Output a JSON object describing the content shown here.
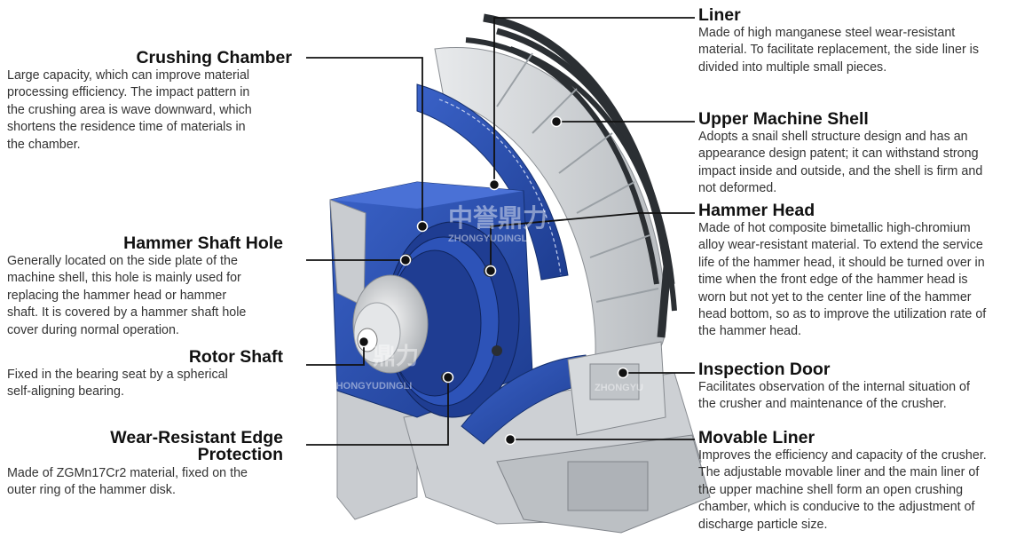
{
  "watermark": {
    "text_top": "中誉鼎力",
    "sub_top": "ZHONGYUDINGLI",
    "text_bottom": "鼎力",
    "sub_bottom": "ZHONGYUDINGLI",
    "sub_door": "ZHONGYU"
  },
  "colors": {
    "blue": "#2a4fb0",
    "steel": "#d0d3d6",
    "dark": "#2b2f33",
    "line": "#111111"
  },
  "labels": {
    "crushing_chamber": {
      "title": "Crushing Chamber",
      "lines": [
        "Large capacity, which can improve material",
        "processing efficiency. The impact pattern in",
        "the crushing area is wave downward, which",
        "shortens the residence time of materials in",
        "the chamber."
      ]
    },
    "hammer_shaft_hole": {
      "title": "Hammer Shaft Hole",
      "lines": [
        "Generally located on the side plate of the",
        "machine shell, this hole is mainly used for",
        "replacing the hammer head or hammer",
        "shaft. It is covered by a hammer shaft hole",
        "cover during normal operation."
      ]
    },
    "rotor_shaft": {
      "title": "Rotor Shaft",
      "lines": [
        "Fixed in the bearing seat by a spherical",
        "self-aligning bearing."
      ]
    },
    "wear_resistant": {
      "title1": "Wear-Resistant Edge",
      "title2": "Protection",
      "lines": [
        "Made of ZGMn17Cr2 material, fixed on the",
        "outer ring of the hammer disk."
      ]
    },
    "liner": {
      "title": "Liner",
      "lines": [
        "Made of high manganese steel wear-resistant",
        "material. To facilitate replacement, the side liner is",
        "divided into multiple small pieces."
      ]
    },
    "upper_shell": {
      "title": "Upper Machine Shell",
      "lines": [
        "Adopts a snail shell structure design and has an",
        "appearance design patent; it can withstand strong",
        "impact inside and outside, and the shell is firm and",
        "not deformed."
      ]
    },
    "hammer_head": {
      "title": "Hammer Head",
      "lines": [
        "Made of hot composite bimetallic high-chromium",
        "alloy wear-resistant material. To extend the service",
        "life of the hammer head, it should be turned over in",
        "time when the front edge of the hammer head is",
        "worn but not yet to the center line of the hammer",
        "head bottom, so as to improve the utilization rate of",
        "the hammer head."
      ]
    },
    "inspection_door": {
      "title": "Inspection Door",
      "lines": [
        "Facilitates observation of the internal situation of",
        "the crusher and maintenance of the crusher."
      ]
    },
    "movable_liner": {
      "title": "Movable Liner",
      "lines": [
        "Improves the efficiency and capacity of the crusher.",
        "The adjustable movable liner and the main liner of",
        "the upper machine shell form an open crushing",
        "chamber, which is conducive to the adjustment of",
        "discharge particle size."
      ]
    }
  }
}
